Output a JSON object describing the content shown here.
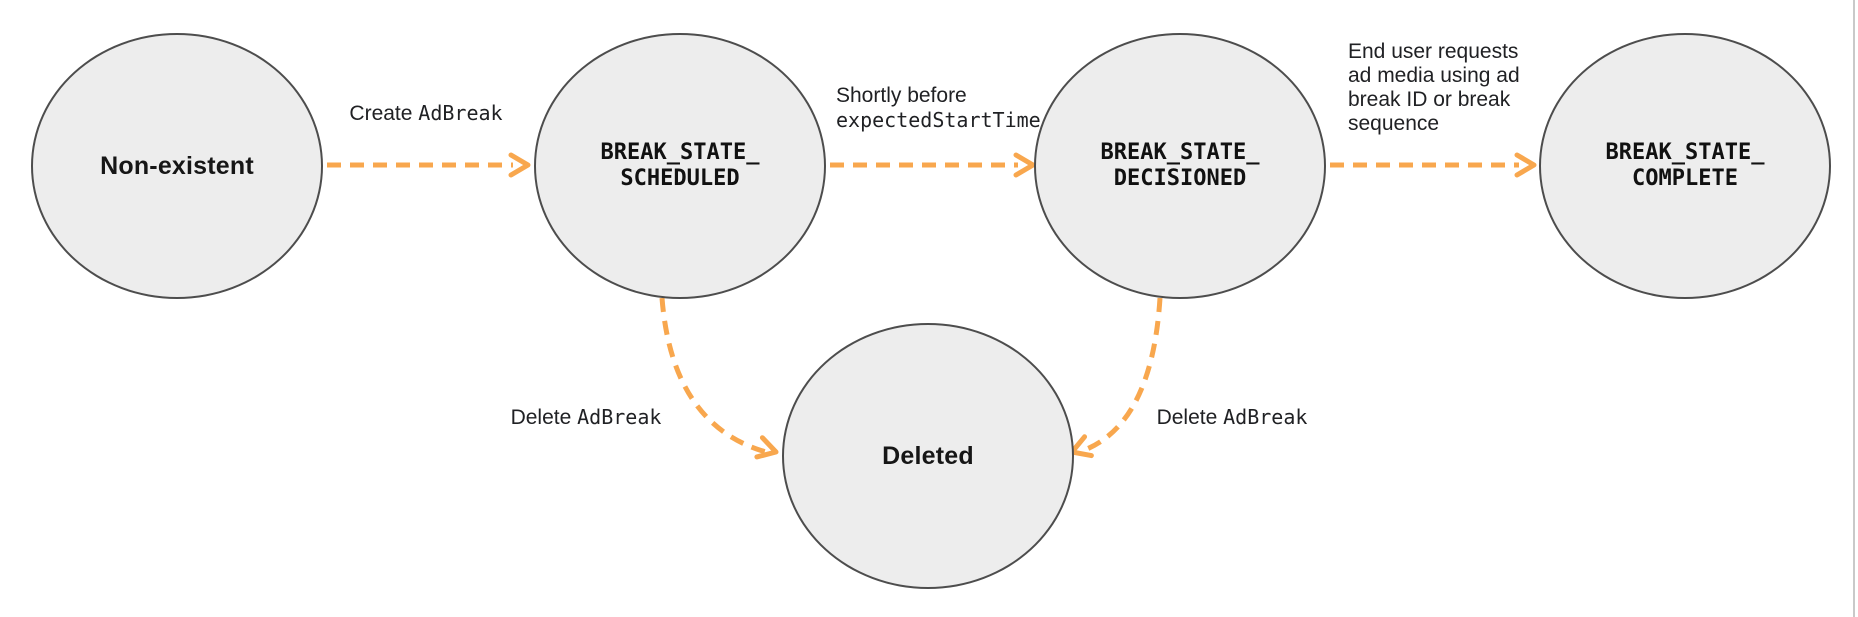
{
  "colors": {
    "arrow": "#f8a74e",
    "node_fill": "#ededed",
    "node_border": "#4d4d4d",
    "text": "#1f1f1f"
  },
  "nodes": [
    {
      "id": "non-existent",
      "label": "Non-existent",
      "style": "sans"
    },
    {
      "id": "break-state-scheduled",
      "line1": "BREAK_STATE_",
      "line2": "SCHEDULED",
      "style": "mono"
    },
    {
      "id": "break-state-decisioned",
      "line1": "BREAK_STATE_",
      "line2": "DECISIONED",
      "style": "mono"
    },
    {
      "id": "break-state-complete",
      "line1": "BREAK_STATE_",
      "line2": "COMPLETE",
      "style": "mono"
    },
    {
      "id": "deleted",
      "label": "Deleted",
      "style": "sans"
    }
  ],
  "edges": [
    {
      "id": "create-adbreak",
      "from": "non-existent",
      "to": "break-state-scheduled",
      "label_prefix": "Create ",
      "label_code": "AdBreak"
    },
    {
      "id": "shortly-before-expected-start-time",
      "from": "break-state-scheduled",
      "to": "break-state-decisioned",
      "label_line1": "Shortly before",
      "label_code": "expectedStartTime"
    },
    {
      "id": "end-user-requests-ad-media",
      "from": "break-state-decisioned",
      "to": "break-state-complete",
      "label_lines": [
        "End user requests",
        "ad media using ad",
        "break ID or break",
        "sequence"
      ]
    },
    {
      "id": "delete-adbreak-from-scheduled",
      "from": "break-state-scheduled",
      "to": "deleted",
      "label_prefix": "Delete ",
      "label_code": "AdBreak"
    },
    {
      "id": "delete-adbreak-from-decisioned",
      "from": "break-state-decisioned",
      "to": "deleted",
      "label_prefix": "Delete ",
      "label_code": "AdBreak"
    }
  ]
}
